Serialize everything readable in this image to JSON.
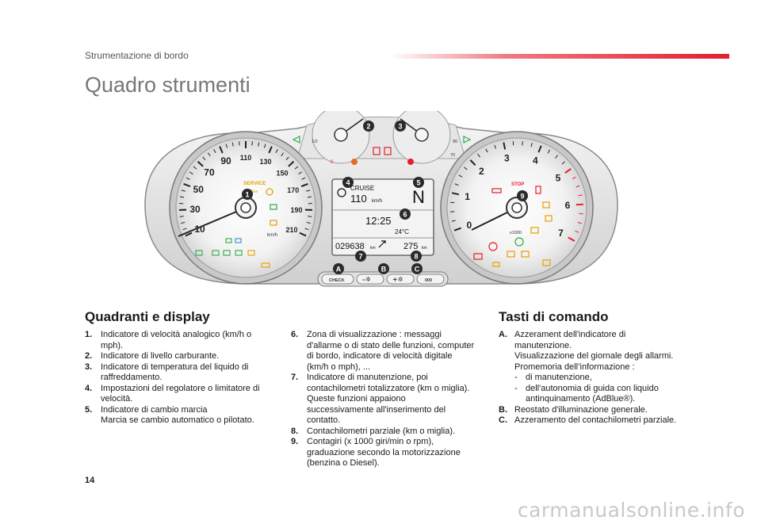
{
  "header": {
    "section": "Strumentazione di bordo",
    "title": "Quadro strumenti",
    "accent_color": "#e41e2c"
  },
  "page_number": "14",
  "watermark": "carmanualsonline.info",
  "dashboard": {
    "speedo_numbers": [
      "10",
      "30",
      "50",
      "70",
      "90",
      "110",
      "130",
      "150",
      "170",
      "190",
      "210"
    ],
    "speedo_unit": "km/h",
    "service_label": "SERVICE",
    "adblue_label": "AdBlue",
    "tacho_numbers": [
      "0",
      "1",
      "2",
      "3",
      "4",
      "5",
      "6",
      "7"
    ],
    "tacho_unit": "x1000",
    "stop_label": "STOP",
    "fuel_marks": [
      "1/2",
      "0"
    ],
    "temp_marks": [
      "90",
      "70"
    ],
    "display": {
      "cruise": "CRUISE",
      "speed": "110",
      "speed_unit": "km/h",
      "gear": "N",
      "time": "12:25",
      "temp": "24°C",
      "odometer": "029638",
      "odo_unit": "km",
      "trip": "275",
      "trip_unit": "km"
    },
    "buttons": {
      "check": "CHECK",
      "minus": "–✲",
      "plus": "+✲",
      "trip_reset": "000"
    },
    "callouts": [
      "1",
      "2",
      "3",
      "4",
      "5",
      "6",
      "7",
      "8",
      "9",
      "A",
      "B",
      "C"
    ]
  },
  "quadranti": {
    "title": "Quadranti e display",
    "items": [
      {
        "num": "1.",
        "lines": [
          "Indicatore di velocità analogico (km/h o",
          "mph)."
        ]
      },
      {
        "num": "2.",
        "lines": [
          "Indicatore di livello carburante."
        ]
      },
      {
        "num": "3.",
        "lines": [
          "Indicatore di temperatura del liquido di",
          "raffreddamento."
        ]
      },
      {
        "num": "4.",
        "lines": [
          "Impostazioni del regolatore o limitatore di",
          "velocità."
        ]
      },
      {
        "num": "5.",
        "lines": [
          "Indicatore di cambio marcia",
          "Marcia se cambio automatico o pilotato."
        ]
      }
    ]
  },
  "display_items": {
    "items": [
      {
        "num": "6.",
        "lines": [
          "Zona di visualizzazione : messaggi",
          "d'allarme o di stato delle funzioni, computer",
          "di bordo, indicatore di velocità digitale",
          "(km/h o mph), ..."
        ]
      },
      {
        "num": "7.",
        "lines": [
          "Indicatore di manutenzione, poi",
          "contachilometri totalizzatore (km o miglia).",
          "Queste funzioni appaiono",
          "successivamente all'inserimento del",
          "contatto."
        ]
      },
      {
        "num": "8.",
        "lines": [
          "Contachilometri parziale (km o miglia)."
        ]
      },
      {
        "num": "9.",
        "lines": [
          "Contagiri (x 1000 giri/min o rpm),",
          "graduazione secondo la motorizzazione",
          "(benzina o Diesel)."
        ]
      }
    ]
  },
  "tasti": {
    "title": "Tasti di comando",
    "items": [
      {
        "num": "A.",
        "lines": [
          "Azzerament dell'indicatore di",
          "manutenzione.",
          "Visualizzazione del giornale degli allarmi.",
          "Promemoria dell’informazione :"
        ],
        "subs": [
          "di manutenzione,",
          "dell'autonomia di guida con liquido antinquinamento (AdBlue®)."
        ]
      },
      {
        "num": "B.",
        "lines": [
          "Reostato d'illuminazione generale."
        ]
      },
      {
        "num": "C.",
        "lines": [
          "Azzeramento del contachilometri parziale."
        ]
      }
    ]
  }
}
